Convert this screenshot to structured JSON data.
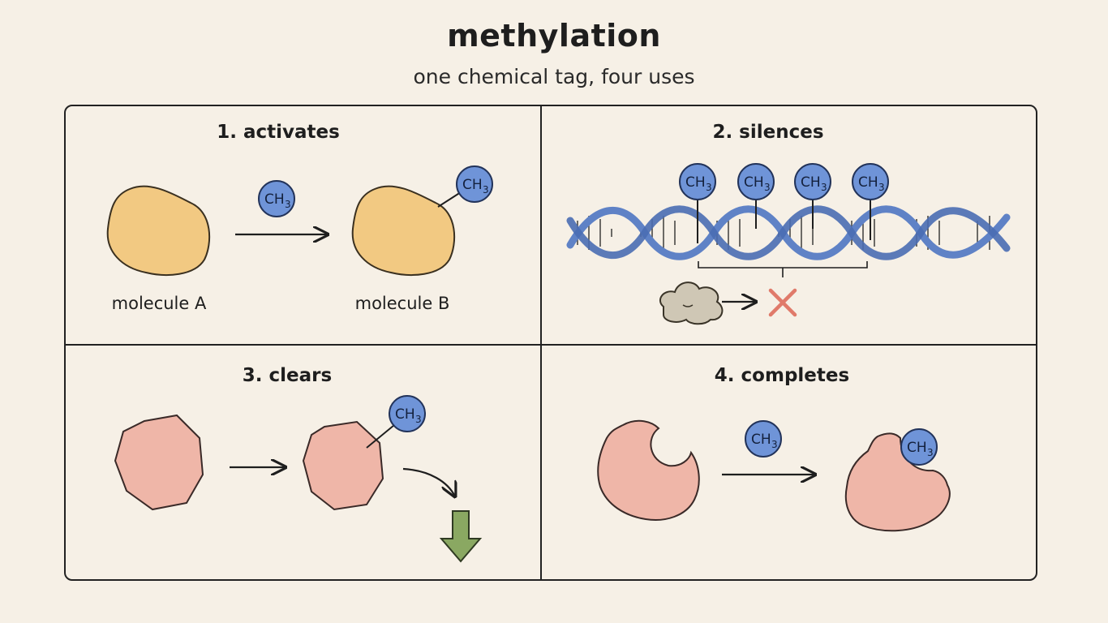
{
  "header": {
    "title": "methylation",
    "subtitle": "one chemical tag, four uses"
  },
  "tag_label": {
    "base": "CH",
    "sub": "3"
  },
  "panels": [
    {
      "title": "1. activates",
      "labels": [
        "molecule A",
        "molecule B"
      ]
    },
    {
      "title": "2. silences"
    },
    {
      "title": "3. clears"
    },
    {
      "title": "4. completes"
    }
  ],
  "colors": {
    "background": "#f6f0e6",
    "tag_blue": "#6f94d8",
    "molecule_yellow": "#f2c982",
    "molecule_pink": "#efb6a8",
    "dna_blue": "#5f82c6",
    "blocked_x": "#e07a6a",
    "down_arrow_green": "#8aa862",
    "protein_grey": "#cfc7b5"
  }
}
